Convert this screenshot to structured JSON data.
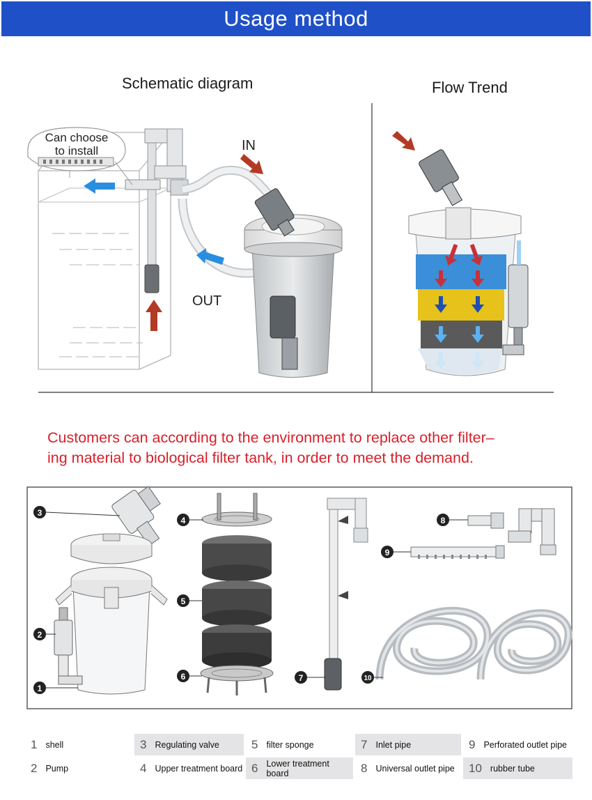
{
  "header": {
    "title": "Usage method"
  },
  "schematic": {
    "title": "Schematic diagram",
    "callout": [
      "Can choose",
      "to install"
    ],
    "label_in": "IN",
    "label_out": "OUT"
  },
  "flow": {
    "title": "Flow Trend"
  },
  "note": {
    "line1": "Customers can according to the environment to replace other filter–",
    "line2": "ing material to biological filter tank, in order to meet the demand."
  },
  "parts": {
    "badges": [
      "1",
      "2",
      "3",
      "4",
      "5",
      "6",
      "7",
      "8",
      "9",
      "10"
    ]
  },
  "legend": [
    {
      "num": "1",
      "label": "shell"
    },
    {
      "num": "2",
      "label": "Pump"
    },
    {
      "num": "3",
      "label": "Regulating valve"
    },
    {
      "num": "4",
      "label": "Upper treatment board"
    },
    {
      "num": "5",
      "label": "filter sponge"
    },
    {
      "num": "6",
      "label": "Lower treatment board"
    },
    {
      "num": "7",
      "label": "Inlet pipe"
    },
    {
      "num": "8",
      "label": "Universal outlet pipe"
    },
    {
      "num": "9",
      "label": "Perforated outlet pipe"
    },
    {
      "num": "10",
      "label": "rubber tube"
    }
  ],
  "colors": {
    "banner": "#2050c8",
    "note_text": "#d8202a",
    "arrow_in": "#b33a25",
    "arrow_out": "#2a8ee0",
    "media_blue": "#3a8fd8",
    "media_yellow": "#e6c21a",
    "media_gray": "#5a5a5a"
  }
}
